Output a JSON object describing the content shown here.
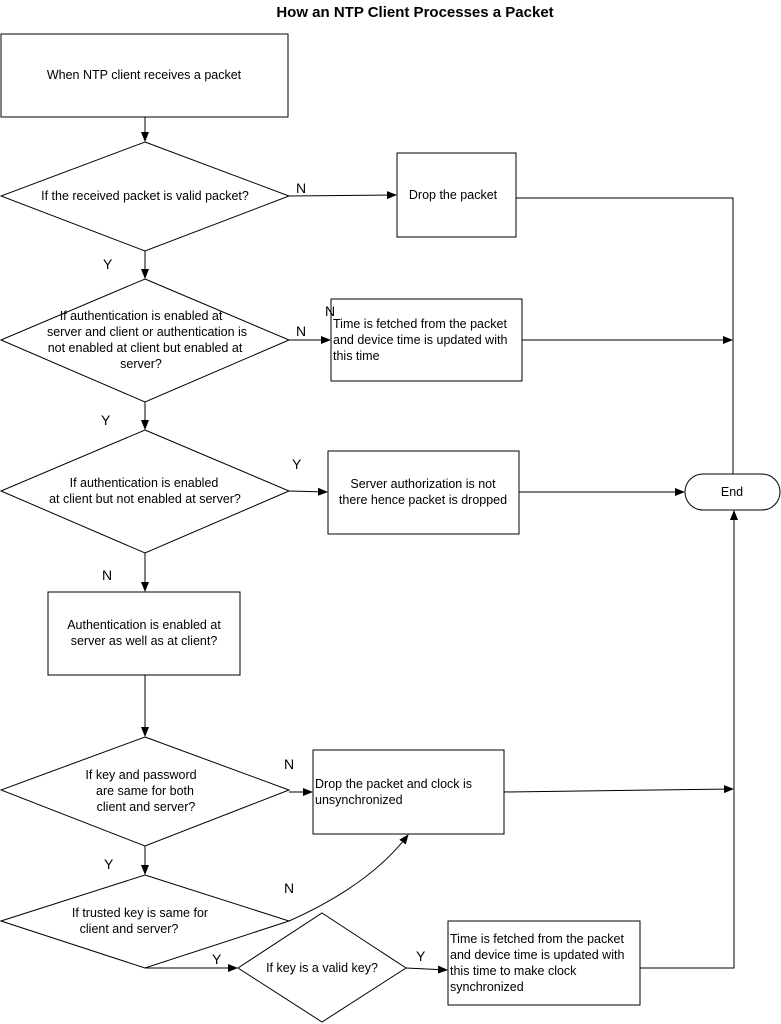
{
  "title": "How an NTP Client Processes a Packet",
  "nodes": {
    "start": {
      "label": "When NTP client receives a packet"
    },
    "valid_packet": {
      "label": "If the received packet is valid packet?"
    },
    "drop_packet": {
      "label": "Drop the packet"
    },
    "auth_enabled_server_client": {
      "lines": [
        "If authentication is enabled at",
        "server and client or authentication is",
        "not enabled at client but enabled at",
        "server?"
      ]
    },
    "time_fetched_1": {
      "lines": [
        "Time is fetched from the packet",
        "and device time is updated with",
        "this time"
      ]
    },
    "auth_client_not_server": {
      "lines": [
        "If authentication is enabled",
        "at client but not enabled at server?"
      ]
    },
    "server_auth_not_there": {
      "lines": [
        "Server authorization is not",
        "there hence packet is dropped"
      ]
    },
    "end": {
      "label": "End"
    },
    "auth_both": {
      "lines": [
        "Authentication is enabled at",
        "server as well as at client?"
      ]
    },
    "key_password_same": {
      "lines": [
        "If key and password",
        "are same for both",
        "client and server?"
      ]
    },
    "drop_unsync": {
      "lines": [
        "Drop the packet and clock is",
        "unsynchronized"
      ]
    },
    "trusted_key_same": {
      "lines": [
        "If trusted key is same for",
        "client and server?"
      ]
    },
    "key_valid": {
      "label": "If key is a valid key?"
    },
    "time_fetched_2": {
      "lines": [
        "Time is fetched from the packet",
        "and device time is updated with",
        "this time to make clock",
        "synchronized"
      ]
    }
  },
  "edge_labels": {
    "valid_no": "N",
    "valid_yes": "Y",
    "auth1_no": "N",
    "auth1_no_overlap": "N",
    "auth1_yes": "Y",
    "auth2_yes": "Y",
    "auth2_no": "N",
    "key_pw_no": "N",
    "key_pw_yes": "Y",
    "trusted_no": "N",
    "trusted_yes": "Y",
    "key_valid_yes": "Y"
  }
}
